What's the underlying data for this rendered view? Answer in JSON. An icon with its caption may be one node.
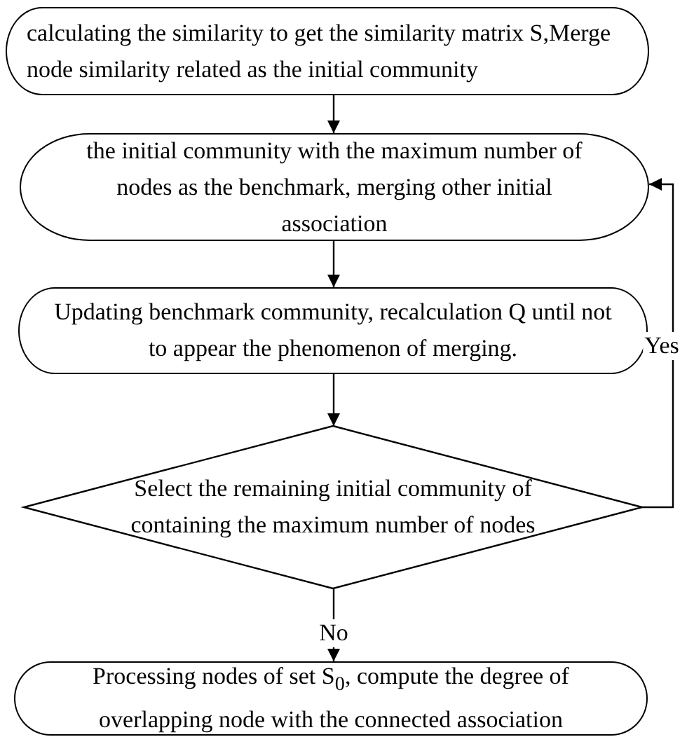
{
  "diagram": {
    "nodes": [
      {
        "text": [
          "calculating the similarity to get the similarity matrix S,Merge node similarity related as the initial community"
        ]
      },
      {
        "text": [
          "the initial community with the maximum number of nodes as the benchmark, merging other initial association"
        ]
      },
      {
        "text": [
          "Updating  benchmark community, recalculation Q until not to appear the phenomenon of merging."
        ]
      },
      {
        "text": [
          "Select the remaining initial community of containing the maximum number of nodes"
        ]
      },
      {
        "text": [
          "Processing nodes of set S$_{0}$, compute the degree of overlapping node with the connected association"
        ]
      }
    ],
    "edges": [
      {
        "from": 0,
        "to": 1,
        "arrow": "to"
      },
      {
        "from": 1,
        "to": 2,
        "arrow": "to"
      },
      {
        "from": 2,
        "to": 3,
        "arrow": "to"
      },
      {
        "from": 3,
        "to": 4,
        "arrow": "to",
        "label": "No"
      },
      {
        "from": 3,
        "to": 1,
        "arrow": "to",
        "label": "Yes"
      }
    ]
  }
}
